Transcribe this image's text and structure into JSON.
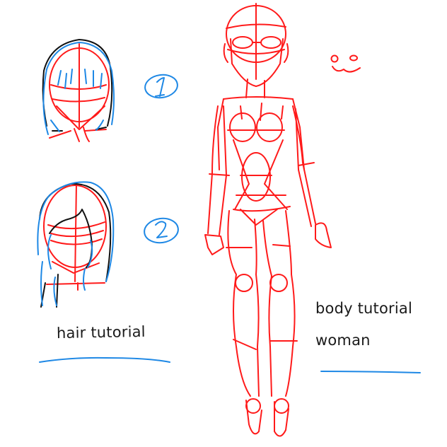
{
  "labels": {
    "hair_tutorial": "hair tutorial",
    "body_tutorial_line1": "body tutorial",
    "body_tutorial_line2": "woman"
  },
  "step_markers": [
    {
      "number": "1",
      "color": "#1e88e5"
    },
    {
      "number": "2",
      "color": "#1e88e5"
    }
  ],
  "sketches": {
    "hair_step_1": "short bob hair head sketch (red guide lines, blue and black hair strokes)",
    "hair_step_2": "longer hair with side-swept bangs head sketch (red guide lines, blue and black hair strokes)",
    "body": "full-length female body construction sketch in red",
    "face_doodle": "small red cute face doodle"
  },
  "colors": {
    "guide_red": "#ff1a1a",
    "hair_blue": "#1e88e5",
    "hair_black": "#111111",
    "text": "#1a1a1a",
    "background": "#ffffff"
  }
}
